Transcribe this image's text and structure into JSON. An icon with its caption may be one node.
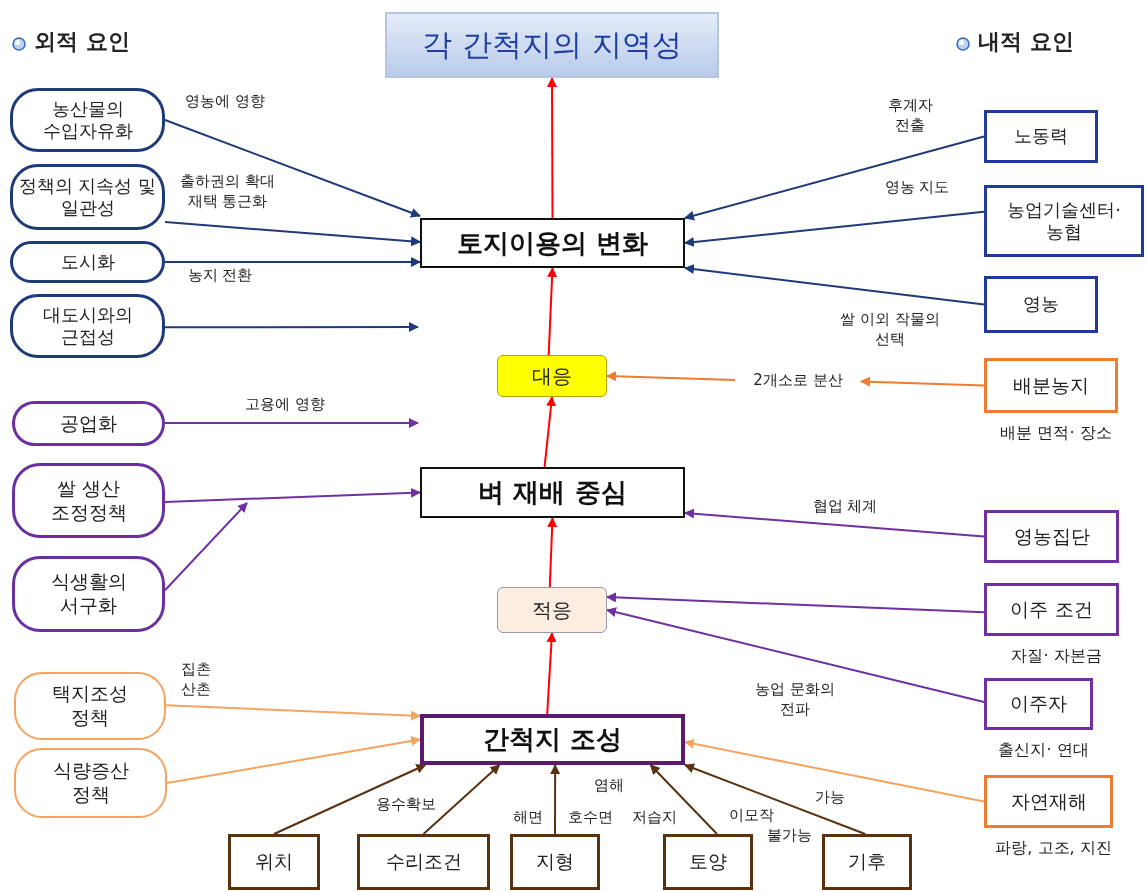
{
  "diagram": {
    "nodes": [
      {
        "text": [
          "각 간척지의 지역성"
        ]
      },
      {
        "text": [
          "토지이용의 변화"
        ]
      },
      {
        "text": [
          "대응"
        ]
      },
      {
        "text": [
          "벼 재배 중심"
        ]
      },
      {
        "text": [
          "적응"
        ]
      },
      {
        "text": [
          "간척지 조성"
        ]
      },
      {
        "text": [
          "농산물의 수입자유화"
        ]
      },
      {
        "text": [
          "정책의 지속성 및 일관성"
        ]
      },
      {
        "text": [
          "도시화"
        ]
      },
      {
        "text": [
          "대도시와의 근접성"
        ]
      },
      {
        "text": [
          "공업화"
        ]
      },
      {
        "text": [
          "쌀 생산 조정정책"
        ]
      },
      {
        "text": [
          "식생활의 서구화"
        ]
      },
      {
        "text": [
          "택지조성 정책"
        ]
      },
      {
        "text": [
          "식량증산 정책"
        ]
      },
      {
        "text": [
          "노동력"
        ]
      },
      {
        "text": [
          "농업기술센터· 농협"
        ]
      },
      {
        "text": [
          "영농"
        ]
      },
      {
        "text": [
          "배분농지"
        ],
        "beside": [
          "배분 면적· 장소"
        ]
      },
      {
        "text": [
          "영농집단"
        ]
      },
      {
        "text": [
          "이주 조건"
        ],
        "beside": [
          "자질· 자본금"
        ]
      },
      {
        "text": [
          "이주자"
        ],
        "beside": [
          "출신지· 연대"
        ]
      },
      {
        "text": [
          "자연재해"
        ],
        "beside": [
          "파랑, 고조, 지진"
        ]
      },
      {
        "text": [
          "위치"
        ]
      },
      {
        "text": [
          "수리조건"
        ]
      },
      {
        "text": [
          "지형"
        ]
      },
      {
        "text": [
          "토양"
        ]
      },
      {
        "text": [
          "기후"
        ]
      },
      {
        "text": [
          "2개소로 분산"
        ]
      }
    ],
    "edges": [
      {
        "from": 6,
        "to": 1,
        "arrow": "to",
        "label": "영농에 영향",
        "color": "#1f3a7a"
      },
      {
        "from": 7,
        "to": 1,
        "arrow": "to",
        "label": "출하권의 확대 재택 통근화",
        "color": "#1f3a7a"
      },
      {
        "from": 8,
        "to": 1,
        "arrow": "to",
        "label": "농지 전환",
        "color": "#1f3a7a"
      },
      {
        "from": 9,
        "to": null,
        "arrow": "to",
        "color": "#1f3a7a"
      },
      {
        "from": 10,
        "to": null,
        "arrow": "to",
        "label": "고용에 영향",
        "color": "#7030a0"
      },
      {
        "from": 11,
        "to": 3,
        "arrow": "to",
        "color": "#7030a0"
      },
      {
        "from": 12,
        "to": null,
        "arrow": "to",
        "color": "#7030a0"
      },
      {
        "from": 19,
        "to": 3,
        "arrow": "to",
        "label": "협업 체계",
        "color": "#7030a0"
      },
      {
        "from": 20,
        "to": 4,
        "arrow": "to",
        "color": "#7030a0"
      },
      {
        "from": 21,
        "to": 4,
        "arrow": "to",
        "label": "농업 문화의 전파",
        "color": "#7030a0"
      },
      {
        "from": 22,
        "to": 5,
        "arrow": "to",
        "color": "#f4a460"
      },
      {
        "from": 15,
        "to": 1,
        "arrow": "to",
        "label": "후계자 전출",
        "color": "#1f3a7a"
      },
      {
        "from": 16,
        "to": 1,
        "arrow": "to",
        "label": "영농 지도",
        "color": "#1f3a7a"
      },
      {
        "from": 17,
        "to": 1,
        "arrow": "to",
        "label": "쌀 이외 작물의 선택",
        "color": "#1f3a7a"
      },
      {
        "from": 18,
        "to": 28,
        "arrow": "to",
        "color": "#ed7d31"
      },
      {
        "from": 28,
        "to": 2,
        "arrow": "to",
        "color": "#ed7d31"
      },
      {
        "from": 13,
        "to": 5,
        "arrow": "to",
        "label": "집촌 산촌",
        "color": "#f4a460"
      },
      {
        "from": 14,
        "to": 5,
        "arrow": "to",
        "color": "#f4a460"
      },
      {
        "from": 23,
        "to": 5,
        "arrow": "to",
        "color": "#5a3210"
      },
      {
        "from": 24,
        "to": 5,
        "arrow": "to",
        "color": "#5a3210"
      },
      {
        "from": 25,
        "to": 5,
        "arrow": "to",
        "color": "#5a3210"
      },
      {
        "from": 26,
        "to": 5,
        "arrow": "to",
        "color": "#5a3210"
      },
      {
        "from": 27,
        "to": 5,
        "arrow": "to",
        "color": "#5a3210"
      },
      {
        "from": 5,
        "to": 4,
        "arrow": "to",
        "color": "#ff0000"
      },
      {
        "from": 4,
        "to": 3,
        "arrow": "to",
        "color": "#ff0000"
      },
      {
        "from": 3,
        "to": 2,
        "arrow": "to",
        "color": "#ff0000"
      },
      {
        "from": 2,
        "to": 1,
        "arrow": "to",
        "color": "#ff0000"
      },
      {
        "from": 1,
        "to": 0,
        "arrow": "to",
        "color": "#ff0000"
      }
    ],
    "labels": [
      "외적 요인",
      "내적 요인",
      "용수확보",
      "해면",
      "호수면",
      "염해",
      "저습지",
      "이모작",
      "가능",
      "불가능"
    ]
  }
}
